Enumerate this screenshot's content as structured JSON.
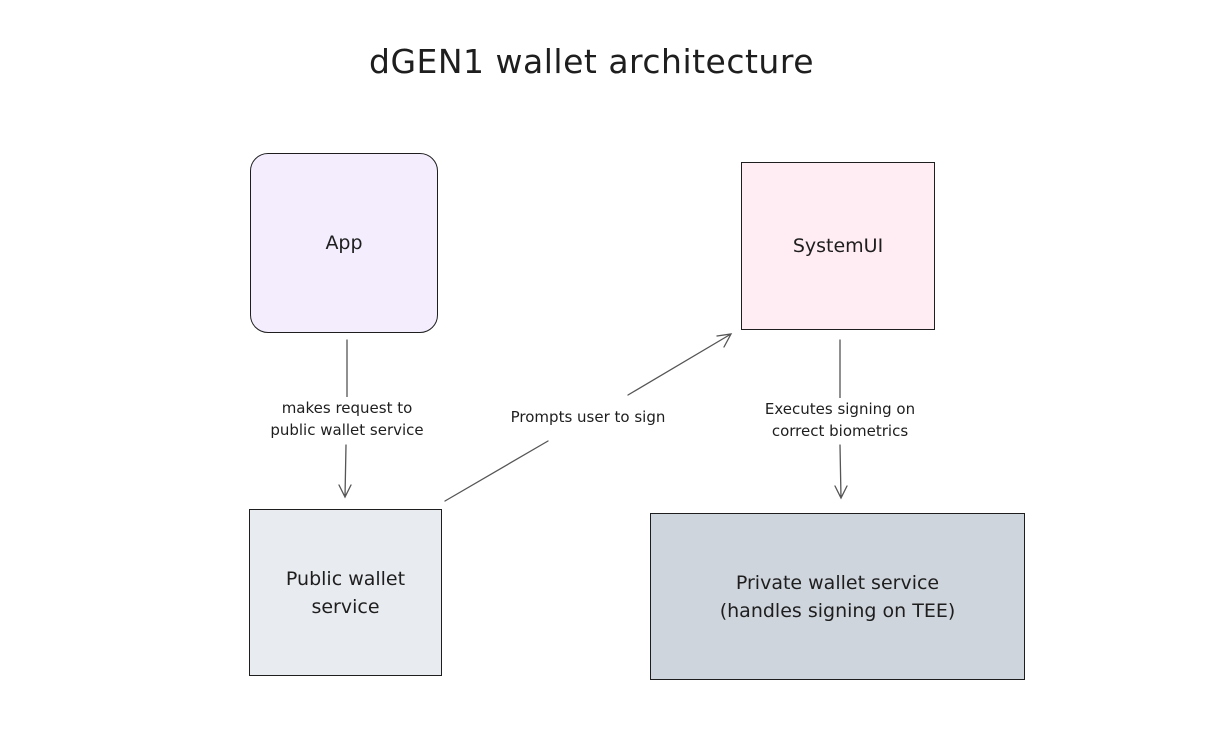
{
  "title": "dGEN1 wallet architecture",
  "nodes": {
    "app": {
      "label": "App",
      "fill": "#f3edfe"
    },
    "systemui": {
      "label": "SystemUI",
      "fill": "#ffedf3"
    },
    "public_wallet": {
      "label": "Public wallet\nservice",
      "fill": "#e8ebf0"
    },
    "private_wallet": {
      "label": "Private wallet service\n(handles signing on TEE)",
      "fill": "#cfd5dd"
    }
  },
  "edges": {
    "app_to_public": "makes request to\npublic wallet service",
    "public_to_systemui": "Prompts user to sign",
    "systemui_to_private": "Executes signing on\ncorrect biometrics"
  }
}
